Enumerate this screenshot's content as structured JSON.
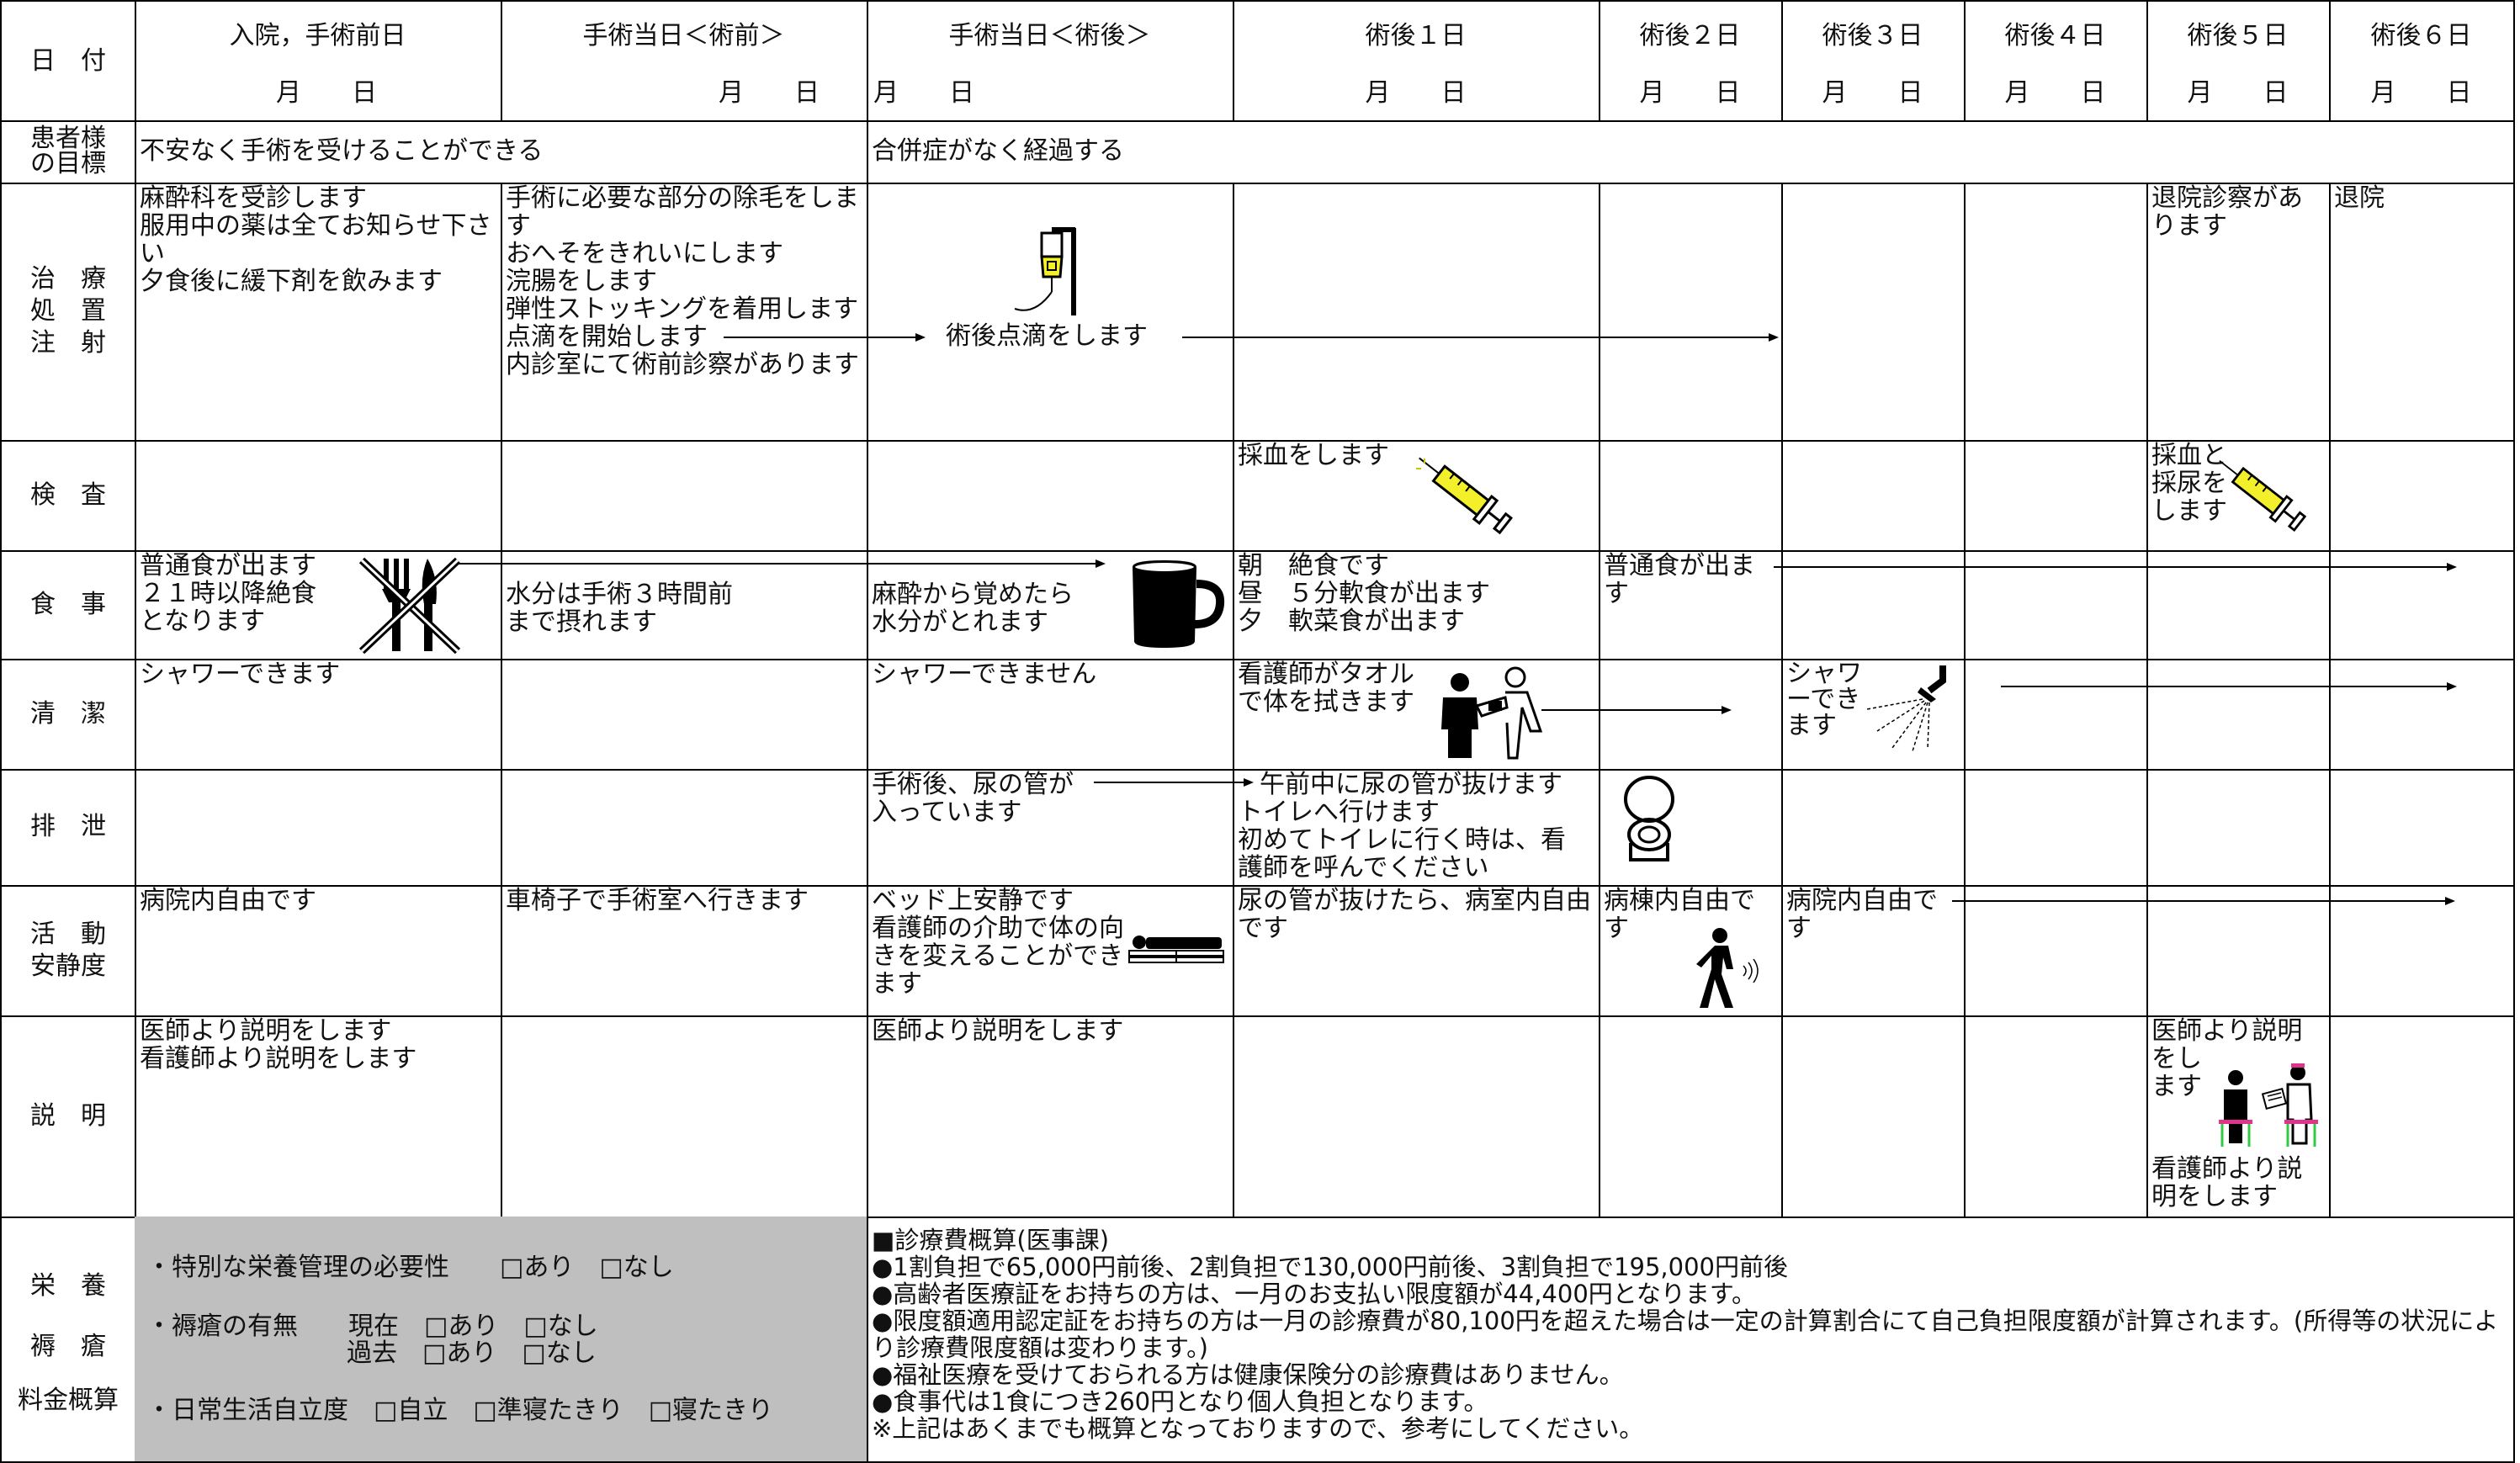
{
  "header": {
    "row_label": "日　付",
    "days": [
      {
        "name": "入院，手術前日",
        "date": "月　　日"
      },
      {
        "name": "手術当日＜術前＞",
        "date": "月　　日"
      },
      {
        "name": "手術当日＜術後＞",
        "date": "月　　日"
      },
      {
        "name": "術後１日",
        "date": "月　　日"
      },
      {
        "name": "術後２日",
        "date": "月　　日"
      },
      {
        "name": "術後３日",
        "date": "月　　日"
      },
      {
        "name": "術後４日",
        "date": "月　　日"
      },
      {
        "name": "術後５日",
        "date": "月　　日"
      },
      {
        "name": "術後６日",
        "date": "月　　日"
      }
    ]
  },
  "goals": {
    "label": "患者様\nの目標",
    "pre": "不安なく手術を受けることができる",
    "post": "合併症がなく経過する"
  },
  "treatment": {
    "label": "治　療\n処　置\n注　射",
    "day1": "麻酔科を受診します\n服用中の薬は全てお知らせ下さい\n夕食後に緩下剤を飲みます",
    "day2": "手術に必要な部分の除毛をします\nおへそをきれいにします\n浣腸をします\n弾性ストッキングを着用します\n点滴を開始します\n内診室にて術前診察があります",
    "day3": "術後点滴をします",
    "day8": "退院診察があります",
    "day9": "退院"
  },
  "exam": {
    "label": "検　査",
    "day4": "採血をします",
    "day8": "採血と\n採尿を\nします"
  },
  "meal": {
    "label": "食　事",
    "day1": "普通食が出ます\n２１時以降絶食\nとなります",
    "day2": "水分は手術３時間前\nまで摂れます",
    "day3": "麻酔から覚めたら\n水分がとれます",
    "day4": "朝　絶食です\n昼　５分軟食が出ます\n夕　軟菜食が出ます",
    "day5": "普通食が出ます"
  },
  "hygiene": {
    "label": "清　潔",
    "day1": "シャワーできます",
    "day3": "シャワーできません",
    "day4": "看護師がタオル\nで体を拭きます",
    "day6": "シャワ\nーでき\nます"
  },
  "excretion": {
    "label": "排　泄",
    "day3": "手術後、尿の管が\n入っています",
    "day4_first": "午前中に尿の管が抜けます",
    "day4_rest": "トイレへ行けます\n初めてトイレに行く時は、看護師を呼んでください"
  },
  "activity": {
    "label": "活　動\n安静度",
    "day1": "病院内自由です",
    "day2": "車椅子で手術室へ行きます",
    "day3": "ベッド上安静です\n看護師の介助で体の向きを変えることができます",
    "day4": "尿の管が抜けたら、病室内自由です",
    "day5": "病棟内自由です",
    "day6": "病院内自由です"
  },
  "explanation": {
    "label": "説　明",
    "day1": "医師より説明をします\n看護師より説明をします",
    "day3": "医師より説明をします",
    "day8_top": "医師より説明をし\nます",
    "day8_bottom": "看護師より説明をします"
  },
  "footer": {
    "label_lines": [
      "栄　養",
      "褥　瘡",
      "料金概算"
    ],
    "nutrition": "・特別な栄養管理の必要性　　□あり　□なし",
    "pressure_now": "・褥瘡の有無　　現在　□あり　□なし",
    "pressure_past": "過去　□あり　□なし",
    "adl": "・日常生活自立度　□自立　□準寝たきり　□寝たきり",
    "fees": [
      "■診療費概算(医事課)",
      "●1割負担で65,000円前後、2割負担で130,000円前後、3割負担で195,000円前後",
      "●高齢者医療証をお持ちの方は、一月のお支払い限度額が44,400円となります。",
      "●限度額適用認定証をお持ちの方は一月の診療費が80,100円を超えた場合は一定の計算割合にて自己負担限度額が計算されます。(所得等の状況により診療費限度額は変わります。)",
      "●福祉医療を受けておられる方は健康保険分の診療費はありません。",
      "●食事代は1食につき260円となり個人負担となります。",
      "※上記はあくまでも概算となっておりますので、参考にしてください。"
    ]
  },
  "colors": {
    "border": "#000000",
    "gray_cell": "#bfbfbf",
    "syringe": "#f3ef2a",
    "shower_head": "#000000",
    "stool_pink": "#e0338c",
    "stool_green": "#2ecc40"
  }
}
